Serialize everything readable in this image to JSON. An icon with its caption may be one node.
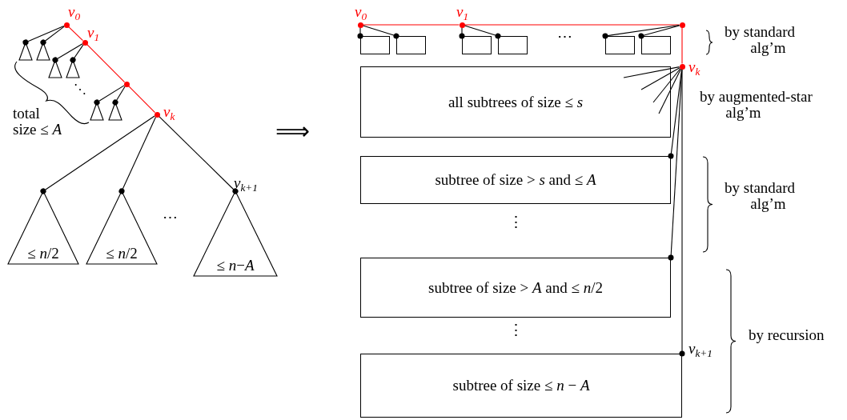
{
  "diagram": {
    "nodes": [
      {
        "text": [],
        "shape": "circle",
        "beside": [
          "v$_{0}$"
        ]
      },
      {
        "text": [],
        "shape": "triangle"
      },
      {
        "text": [],
        "shape": "triangle"
      },
      {
        "text": [],
        "shape": "circle",
        "beside": [
          "v$_{1}$"
        ]
      },
      {
        "text": [],
        "shape": "triangle"
      },
      {
        "text": [],
        "shape": "triangle"
      },
      {
        "text": [],
        "shape": "circle"
      },
      {
        "text": [],
        "shape": "triangle"
      },
      {
        "text": [],
        "shape": "triangle"
      },
      {
        "text": [],
        "shape": "circle",
        "beside": [
          "v$_{k}$"
        ]
      },
      {
        "text": [
          "≤ *n*/2"
        ]
      },
      {
        "text": [
          "≤ *n*/2"
        ]
      },
      {
        "text": [
          "≤ *n*−*A*"
        ],
        "beside": [
          "v$_{k+1}$"
        ]
      },
      {
        "text": [],
        "shape": "circle",
        "beside": [
          "v$_{0}$"
        ]
      },
      {
        "text": [],
        "shape": "circle",
        "beside": [
          "v$_{1}$"
        ]
      },
      {
        "text": [],
        "shape": "circle"
      },
      {
        "text": [],
        "shape": "box"
      },
      {
        "text": [],
        "shape": "box"
      },
      {
        "text": [],
        "shape": "box"
      },
      {
        "text": [],
        "shape": "box"
      },
      {
        "text": [],
        "shape": "box"
      },
      {
        "text": [],
        "shape": "box"
      },
      {
        "text": [],
        "shape": "circle",
        "beside": [
          "v$_{k}$"
        ]
      },
      {
        "text": [
          "all subtrees of size ≤ *s*"
        ]
      },
      {
        "text": [
          "subtree of size > *s* and ≤ *A*"
        ]
      },
      {
        "text": [
          "subtree of size > *A* and ≤ *n*/2"
        ]
      },
      {
        "text": [
          "subtree of size ≤ *n* − *A*"
        ],
        "beside": [
          "v$_{k+1}$"
        ]
      }
    ],
    "edges": [
      {
        "from": 0,
        "to": 1,
        "arrow": "other"
      },
      {
        "from": 0,
        "to": 2,
        "arrow": "other"
      },
      {
        "from": 0,
        "to": 3,
        "arrow": "none",
        "color": "#ff0000"
      },
      {
        "from": 3,
        "to": 4,
        "arrow": "other"
      },
      {
        "from": 3,
        "to": 5,
        "arrow": "other"
      },
      {
        "from": 3,
        "to": 6,
        "arrow": "none",
        "color": "#ff0000"
      },
      {
        "from": 6,
        "to": 7,
        "arrow": "other"
      },
      {
        "from": 6,
        "to": 8,
        "arrow": "other"
      },
      {
        "from": 6,
        "to": 9,
        "arrow": "none",
        "color": "#ff0000"
      },
      {
        "from": 9,
        "to": 10,
        "arrow": "other"
      },
      {
        "from": 9,
        "to": 11,
        "arrow": "other"
      },
      {
        "from": 9,
        "to": 12,
        "arrow": "other"
      },
      {
        "from": 13,
        "to": 14,
        "arrow": "none",
        "color": "#ff0000"
      },
      {
        "from": 14,
        "to": 15,
        "arrow": "none",
        "color": "#ff0000"
      },
      {
        "from": 15,
        "to": 22,
        "arrow": "none",
        "color": "#ff0000"
      },
      {
        "from": 13,
        "to": 16,
        "arrow": "other"
      },
      {
        "from": 13,
        "to": 17,
        "arrow": "other"
      },
      {
        "from": 14,
        "to": 18,
        "arrow": "other"
      },
      {
        "from": 14,
        "to": 19,
        "arrow": "other"
      },
      {
        "from": 15,
        "to": 20,
        "arrow": "other"
      },
      {
        "from": 15,
        "to": 21,
        "arrow": "other"
      },
      {
        "from": 22,
        "to": 23,
        "arrow": "none"
      },
      {
        "from": 22,
        "to": 23,
        "arrow": "none"
      },
      {
        "from": 22,
        "to": 23,
        "arrow": "none"
      },
      {
        "from": 22,
        "to": 23,
        "arrow": "none"
      },
      {
        "from": 22,
        "to": 24,
        "arrow": "other"
      },
      {
        "from": 22,
        "to": 25,
        "arrow": "other"
      },
      {
        "from": 22,
        "to": 26,
        "arrow": "other"
      }
    ],
    "labels": [
      "total size ≤ *A*",
      "⋱",
      "⋯",
      "⟹",
      "⋯",
      "by standard alg’m",
      "by augmented-star alg’m",
      "⋮",
      "by standard alg’m",
      "⋮",
      "by recursion"
    ]
  }
}
